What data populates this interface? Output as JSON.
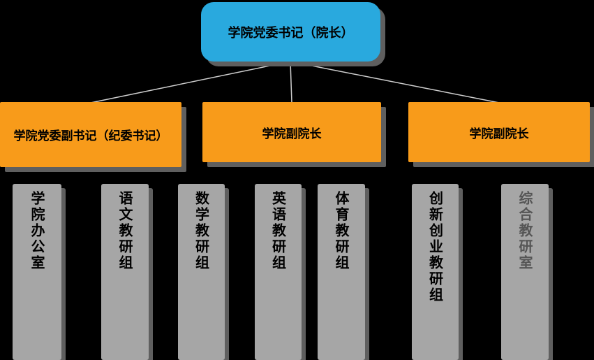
{
  "diagram": {
    "type": "org-chart",
    "root": {
      "label": "学院党委书记（院长）"
    },
    "managers": [
      {
        "label": "学院党委副书记（纪委书记）"
      },
      {
        "label": "学院副院长"
      },
      {
        "label": "学院副院长"
      }
    ],
    "departments": [
      {
        "label": "学院办公室"
      },
      {
        "label": "语文教研组"
      },
      {
        "label": "数学教研组"
      },
      {
        "label": "英语教研组"
      },
      {
        "label": "体育教研组"
      },
      {
        "label": "创新创业教研组"
      },
      {
        "label": "综合教研室"
      }
    ],
    "colors": {
      "background": "#000000",
      "root_fill": "#29A9DE",
      "manager_fill": "#F89B1A",
      "department_fill": "#A6A6A6",
      "shadow": "#5F5F5F",
      "connector": "#CFCFCF",
      "text": "#000000",
      "department7_text": "#555555"
    }
  }
}
